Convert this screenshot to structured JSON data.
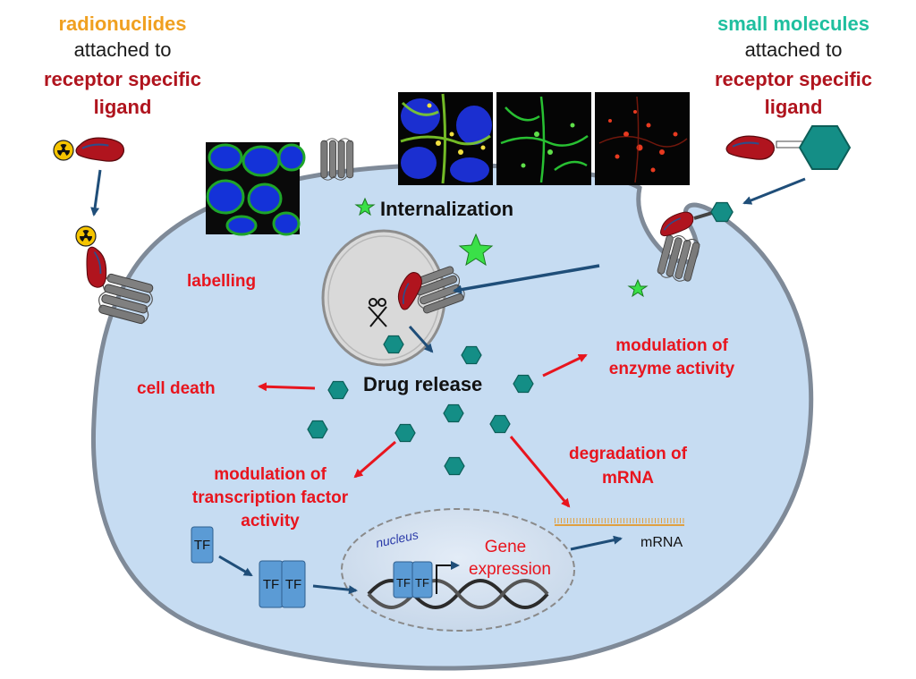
{
  "left_title": {
    "line1": "radionuclides",
    "line2": "attached to",
    "line3": "receptor specific",
    "line4": "ligand"
  },
  "right_title": {
    "line1": "small molecules",
    "line2": "attached to",
    "line3": "receptor specific",
    "line4": "ligand"
  },
  "labels": {
    "internalization": "Internalization",
    "labelling": "labelling",
    "drug_release": "Drug release",
    "cell_death": "cell death",
    "enzyme_1": "modulation of",
    "enzyme_2": "enzyme activity",
    "tf_1": "modulation of",
    "tf_2": "transcription factor",
    "tf_3": "activity",
    "mrna_deg_1": "degradation of",
    "mrna_deg_2": "mRNA",
    "nucleus": "nucleus",
    "gene_1": "Gene",
    "gene_2": "expression",
    "mrna": "mRNA",
    "tf": "TF"
  },
  "colors": {
    "orange": "#f0a020",
    "teal": "#1fbf9f",
    "darkred": "#b0141e",
    "red": "#e8151e",
    "cell": "#c6dcf2",
    "cell_edge": "#7f8a98",
    "drug": "#148e86",
    "arrow": "#1f4e79",
    "tf": "#5b9bd5"
  }
}
